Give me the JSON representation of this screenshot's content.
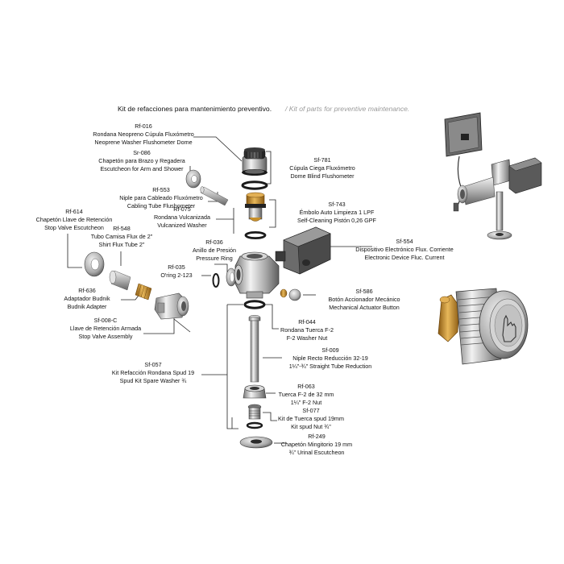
{
  "title": {
    "es": "Kit de refacciones para mantenimiento preventivo.",
    "en": "/ Kit of parts for preventive maintenance."
  },
  "parts": {
    "rf016": {
      "code": "Rf-016",
      "es": "Rondana Neopreno Cúpula Fluxómetro",
      "en": "Neoprene Washer Flushometer Dome"
    },
    "sr086": {
      "code": "Sr-086",
      "es": "Chapetón para Brazo y Regadera",
      "en": "Escutcheon for Arm and Shower"
    },
    "rf553": {
      "code": "Rf-553",
      "es": "Niple para Cableado Fluxómetro",
      "en": "Cabling Tube Flushometer"
    },
    "rf614": {
      "code": "Rf-614",
      "es": "Chapetón Llave de Retención",
      "en": "Stop Valve Escutcheon"
    },
    "rf075": {
      "code": "Rf-075",
      "es": "Rondana Vulcanizada",
      "en": "Vulcanized Washer"
    },
    "rf548": {
      "code": "Rf-548",
      "es": "Tubo Camisa Flux de 2\"",
      "en": "Shirt Flux Tube 2\""
    },
    "rf036": {
      "code": "Rf-036",
      "es": "Anillo de Presión",
      "en": "Pressure Ring"
    },
    "rf035": {
      "code": "Rf-035",
      "es": "O'ring 2-123"
    },
    "rf636": {
      "code": "Rf-636",
      "es": "Adaptador Budnik",
      "en": "Budnik Adapter"
    },
    "sf008c": {
      "code": "Sf-008-C",
      "es": "Llave de Retención Armada",
      "en": "Stop Valve Assembly"
    },
    "sf057": {
      "code": "Sf-057",
      "es": "Kit Refacción Rondana Spud 19",
      "en": "Spud Kit Spare Washer ¾"
    },
    "sf781": {
      "code": "Sf-781",
      "es": "Cúpula Ciega Fluxómetro",
      "en": "Dome Blind Flushometer"
    },
    "sf743": {
      "code": "Sf-743",
      "es": "Émbolo Auto Limpieza 1 LPF",
      "en": "Self-Cleaning Pistón 0,26 GPF"
    },
    "sf554": {
      "code": "Sf-554",
      "es": "Dispositivo Electrónico Flux. Corriente",
      "en": "Electronic Device Fluc. Current"
    },
    "sf586": {
      "code": "Sf-586",
      "es": "Botón Accionador Mecánico",
      "en": "Mechanical Actuator Button"
    },
    "rf044": {
      "code": "Rf-044",
      "es": "Rondana Tuerca F-2",
      "en": "F-2 Washer Nut"
    },
    "sf009": {
      "code": "Sf-009",
      "es": "Niple Recto Reducción 32-19",
      "en": "1¼\"-¾\" Straight Tube Reduction"
    },
    "rf063": {
      "code": "Rf-063",
      "es": "Tuerca F-2 de 32 mm",
      "en": "1¼\" F-2 Nut"
    },
    "sf077": {
      "code": "Sf-077",
      "es": "Kit de Tuerca spud 19mm",
      "en": "Kit spud Nut ¾\""
    },
    "rf249": {
      "code": "Rf-249",
      "es": "Chapetón Mingitorio 19 mm",
      "en": "¾\" Urinal Escutcheon"
    }
  },
  "colors": {
    "metal_light": "#e8e8e8",
    "metal_mid": "#b5b5b5",
    "metal_dark": "#6e6e6e",
    "black": "#1a1a1a",
    "brass": "#c8902a",
    "brass_dark": "#8a5a12"
  }
}
